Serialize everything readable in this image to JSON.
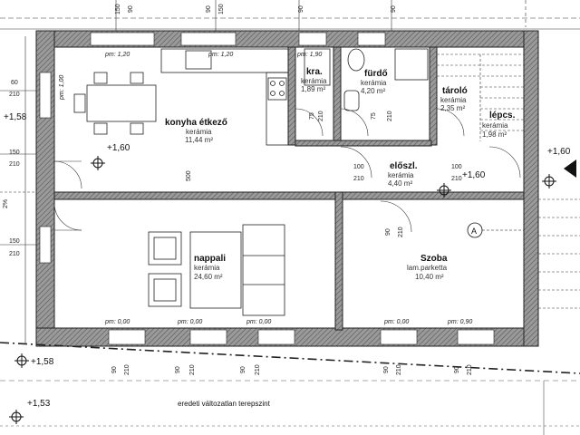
{
  "rooms": {
    "konyha": {
      "name": "konyha étkező",
      "material": "kerámia",
      "area": "11,44 m²"
    },
    "kamra": {
      "name": "kra.",
      "material": "kerámia",
      "area": "1,89 m²"
    },
    "furdo": {
      "name": "fürdő",
      "material": "kerámia",
      "area": "4,20 m²"
    },
    "tarolo": {
      "name": "tároló",
      "material": "kerámia",
      "area": "2,35 m²"
    },
    "lepcso": {
      "name": "lépcs.",
      "material": "kerámia",
      "area": "1,98 m²"
    },
    "eloter": {
      "name": "előszl.",
      "material": "kerámia",
      "area": "4,40 m²"
    },
    "nappali": {
      "name": "nappali",
      "material": "kerámia",
      "area": "24,60 m²"
    },
    "szoba": {
      "name": "Szoba",
      "material": "lam.parketta",
      "area": "10,40 m²"
    }
  },
  "levels": {
    "l158a": "+1,58",
    "l160a": "+1,60",
    "l160b": "+1,60",
    "l160c": "+1,60",
    "l158b": "+1,58",
    "l153": "+1,53"
  },
  "marks": {
    "section": "A",
    "ground": "eredeti változatlan terepszint",
    "pct": "2%"
  },
  "sills": {
    "s1": "pm: 1,20",
    "s2": "pm: 1,20",
    "s3": "pm: 1,90",
    "s4": "pm: 1,00",
    "s5": "pm: 0,00",
    "s6": "pm: 0,00",
    "s7": "pm: 0,00",
    "s8": "pm: 0,00",
    "s9": "pm: 0,90"
  },
  "dims": {
    "t150": "150",
    "t90a": "90",
    "t90b": "90",
    "t150b": "150",
    "t90c": "90",
    "t90d": "90",
    "l60": "60",
    "l210a": "210",
    "l150a": "150",
    "l210b": "210",
    "l150b": "150",
    "l210c": "210",
    "d75a": "75",
    "d210a": "210",
    "d75b": "75",
    "d210b": "210",
    "d500": "500",
    "d100a": "100",
    "d210c": "210",
    "d100b": "100",
    "d210d": "210",
    "d90a": "90",
    "d210e": "210",
    "b90a": "90",
    "b210a": "210",
    "b90b": "90",
    "b210b": "210",
    "b90c": "90",
    "b210c": "210",
    "b90d": "90",
    "b210d": "210",
    "b90e": "90",
    "b210e": "210"
  }
}
